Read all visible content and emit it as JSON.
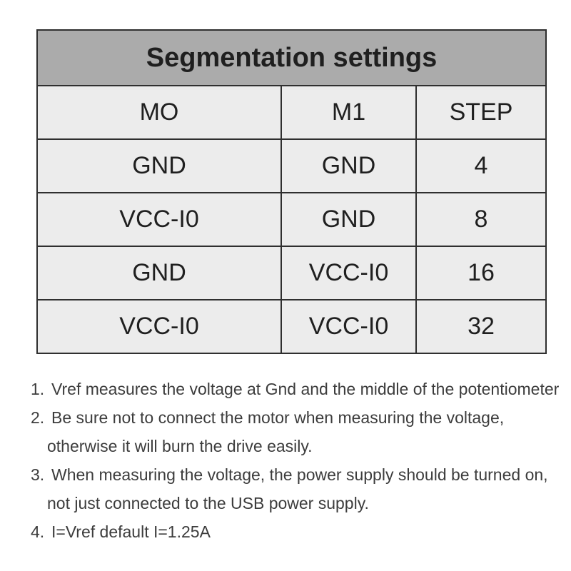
{
  "table": {
    "title": "Segmentation settings",
    "columns": [
      "MO",
      "M1",
      "STEP"
    ],
    "rows": [
      [
        "GND",
        "GND",
        "4"
      ],
      [
        "VCC-I0",
        "GND",
        "8"
      ],
      [
        "GND",
        "VCC-I0",
        "16"
      ],
      [
        "VCC-I0",
        "VCC-I0",
        "32"
      ]
    ]
  },
  "notes": [
    {
      "number": "1.",
      "lines": [
        "Vref measures the voltage at Gnd and the middle of the potentiometer"
      ]
    },
    {
      "number": "2.",
      "lines": [
        "Be sure not to connect the motor when measuring the voltage,",
        "otherwise it will burn the drive easily."
      ]
    },
    {
      "number": "3.",
      "lines": [
        "When measuring the voltage, the power supply should be turned on,",
        "not just connected to the USB power supply."
      ]
    },
    {
      "number": "4.",
      "lines": [
        "I=Vref default I=1.25A"
      ]
    }
  ],
  "colors": {
    "page_bg": "#ffffff",
    "header_bg": "#ababab",
    "cell_bg": "#ececec",
    "border": "#2f2f2f",
    "cell_text": "#1f1f1f",
    "note_text": "#3c3c3c"
  }
}
